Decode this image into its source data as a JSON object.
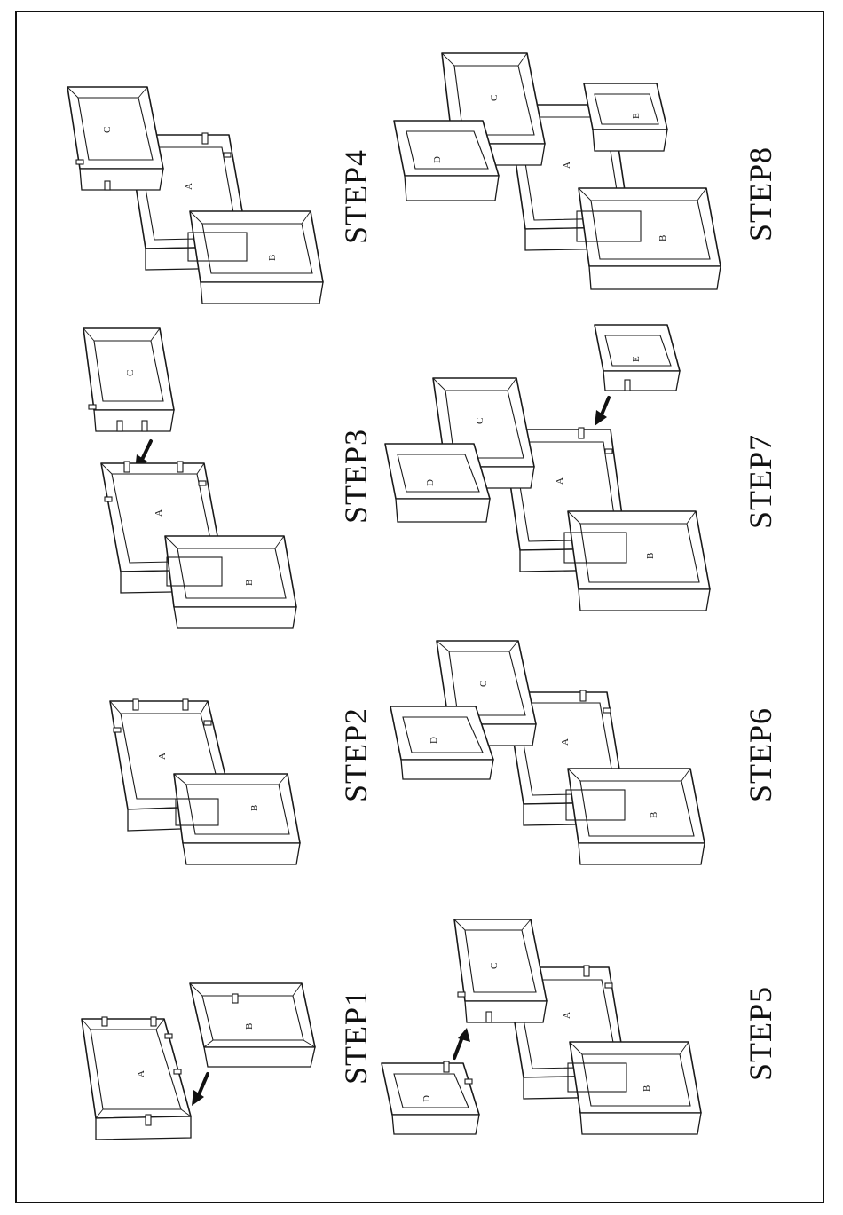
{
  "steps": [
    {
      "title": "STEP1",
      "boxes": [
        "A",
        "B"
      ]
    },
    {
      "title": "STEP2",
      "boxes": [
        "A",
        "B"
      ]
    },
    {
      "title": "STEP3",
      "boxes": [
        "A",
        "B",
        "C"
      ]
    },
    {
      "title": "STEP4",
      "boxes": [
        "A",
        "B",
        "C"
      ]
    },
    {
      "title": "STEP5",
      "boxes": [
        "A",
        "B",
        "C",
        "D"
      ]
    },
    {
      "title": "STEP6",
      "boxes": [
        "A",
        "B",
        "C",
        "D"
      ]
    },
    {
      "title": "STEP7",
      "boxes": [
        "A",
        "B",
        "C",
        "D",
        "E"
      ]
    },
    {
      "title": "STEP8",
      "boxes": [
        "A",
        "B",
        "C",
        "D",
        "E"
      ]
    }
  ],
  "colors": {
    "line": "#1a1a1a",
    "background": "#ffffff"
  }
}
